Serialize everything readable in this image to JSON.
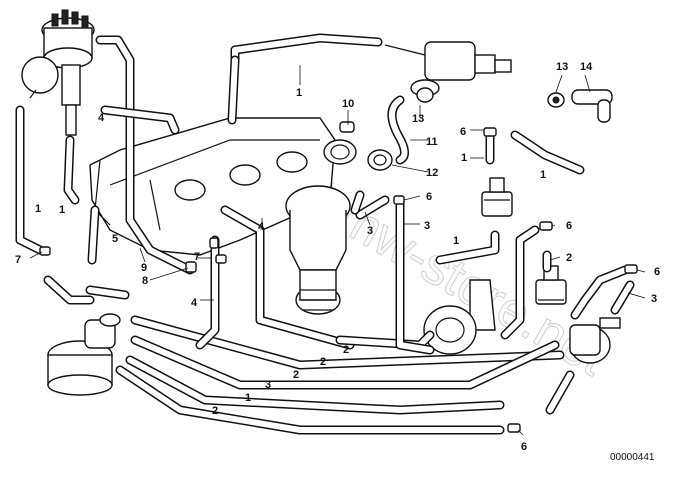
{
  "diagram": {
    "callouts": [
      "1",
      "1",
      "1",
      "1",
      "1",
      "1",
      "1",
      "2",
      "2",
      "2",
      "2",
      "2",
      "3",
      "3",
      "3",
      "3",
      "4",
      "4",
      "4",
      "5",
      "6",
      "6",
      "6",
      "6",
      "6",
      "7",
      "7",
      "8",
      "9",
      "10",
      "11",
      "12",
      "13",
      "13",
      "14"
    ],
    "document_number": "00000441",
    "watermark": "www.bmw-store.net"
  }
}
